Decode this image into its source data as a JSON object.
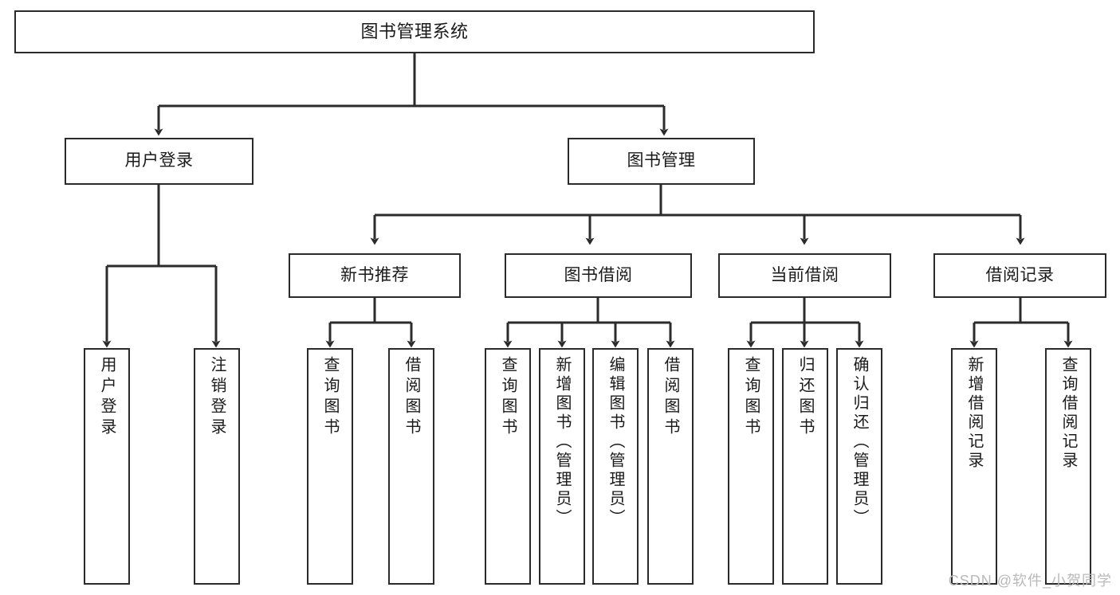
{
  "diagram": {
    "title": "图书管理系统",
    "type": "hierarchy-tree",
    "levels": 4,
    "root": {
      "id": "root",
      "label": "图书管理系统"
    },
    "level2": [
      {
        "id": "user-login",
        "label": "用户登录"
      },
      {
        "id": "book-manage",
        "label": "图书管理"
      }
    ],
    "level3": [
      {
        "id": "new-book-rec",
        "label": "新书推荐",
        "parent": "book-manage"
      },
      {
        "id": "book-borrow",
        "label": "图书借阅",
        "parent": "book-manage"
      },
      {
        "id": "current-borrow",
        "label": "当前借阅",
        "parent": "book-manage"
      },
      {
        "id": "borrow-record",
        "label": "借阅记录",
        "parent": "book-manage"
      }
    ],
    "leaves": [
      {
        "id": "leaf-user-login",
        "label": "用户登录",
        "parent": "user-login"
      },
      {
        "id": "leaf-logout",
        "label": "注销登录",
        "parent": "user-login"
      },
      {
        "id": "leaf-query-book-1",
        "label": "查询图书",
        "parent": "new-book-rec"
      },
      {
        "id": "leaf-borrow-book-1",
        "label": "借阅图书",
        "parent": "new-book-rec"
      },
      {
        "id": "leaf-query-book-2",
        "label": "查询图书",
        "parent": "book-borrow"
      },
      {
        "id": "leaf-add-book",
        "label": "新增图书（管理员）",
        "parent": "book-borrow"
      },
      {
        "id": "leaf-edit-book",
        "label": "编辑图书（管理员）",
        "parent": "book-borrow"
      },
      {
        "id": "leaf-borrow-book-2",
        "label": "借阅图书",
        "parent": "book-borrow"
      },
      {
        "id": "leaf-query-book-3",
        "label": "查询图书",
        "parent": "current-borrow"
      },
      {
        "id": "leaf-return-book",
        "label": "归还图书",
        "parent": "current-borrow"
      },
      {
        "id": "leaf-confirm-return",
        "label": "确认归还（管理员）",
        "parent": "current-borrow"
      },
      {
        "id": "leaf-add-record",
        "label": "新增借阅记录",
        "parent": "borrow-record"
      },
      {
        "id": "leaf-query-record",
        "label": "查询借阅记录",
        "parent": "borrow-record"
      }
    ]
  },
  "watermark": {
    "text": "CSDN @软件_小贺同学"
  },
  "colors": {
    "stroke": "#2b2b2b",
    "background": "#ffffff",
    "text": "#1a1a1a",
    "watermark": "#b9b9b9"
  }
}
